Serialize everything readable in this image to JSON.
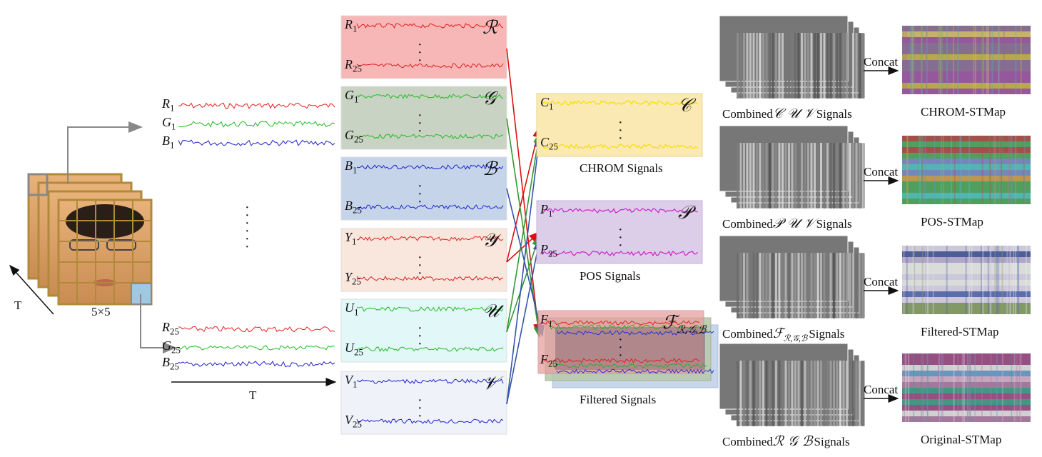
{
  "face": {
    "grid_label": "5×5",
    "time_label": "T"
  },
  "raw_signals": {
    "labels": [
      {
        "sym": "R",
        "idx": "1",
        "color": "#e02020"
      },
      {
        "sym": "G",
        "idx": "1",
        "color": "#22bb22"
      },
      {
        "sym": "B",
        "idx": "1",
        "color": "#2020cc"
      },
      {
        "sym": "R",
        "idx": "25",
        "color": "#e02020"
      },
      {
        "sym": "G",
        "idx": "25",
        "color": "#22bb22"
      },
      {
        "sym": "B",
        "idx": "25",
        "color": "#2020cc"
      }
    ],
    "time_label": "T"
  },
  "color_panels": [
    {
      "id": "R",
      "script": "ℛ",
      "first": "R",
      "last": "R",
      "bg": "#f7b7b7",
      "line": "#e02020"
    },
    {
      "id": "G",
      "script": "𝒢",
      "first": "G",
      "last": "G",
      "bg": "#c9d3c4",
      "line": "#22bb22"
    },
    {
      "id": "B",
      "script": "ℬ",
      "first": "B",
      "last": "B",
      "bg": "#c6d4ea",
      "line": "#2020cc"
    },
    {
      "id": "Y",
      "script": "𝒴",
      "first": "Y",
      "last": "Y",
      "bg": "#f9e6dc",
      "line": "#e02020"
    },
    {
      "id": "U",
      "script": "𝒰",
      "first": "U",
      "last": "U",
      "bg": "#e2f7f7",
      "line": "#22bb22"
    },
    {
      "id": "V",
      "script": "𝒱",
      "first": "V",
      "last": "V",
      "bg": "#eff2f8",
      "line": "#2020cc"
    }
  ],
  "panel_indices": {
    "first": "1",
    "last": "25"
  },
  "mid_panels": [
    {
      "id": "C",
      "script": "𝒞",
      "first": "C",
      "last": "C",
      "bg": "#fbe9b4",
      "line": "#f3e000",
      "caption": "CHROM Signals"
    },
    {
      "id": "P",
      "script": "𝒫",
      "first": "P",
      "last": "P",
      "bg": "#dccde8",
      "line": "#cc22cc",
      "caption": "POS Signals"
    },
    {
      "id": "F",
      "script": "ℱ",
      "script_sub": "ℛ,𝒢,ℬ",
      "first": "F",
      "last": "F",
      "caption": "Filtered Signals"
    }
  ],
  "combined": [
    {
      "prefix": "Combined",
      "script": "𝒞 𝒰 𝒱",
      "suffix": "Signals",
      "map": "CHROM-STMap",
      "concat": "Concat"
    },
    {
      "prefix": "Combined",
      "script": "𝒫 𝒰 𝒱",
      "suffix": "Signals",
      "map": "POS-STMap",
      "concat": "Concat"
    },
    {
      "prefix": "Combined",
      "script": "ℱ",
      "script_sub": "ℛ,𝒢,ℬ",
      "suffix": "Signals",
      "map": "Filtered-STMap",
      "concat": "Concat"
    },
    {
      "prefix": "Combined",
      "script": "ℛ 𝒢 ℬ",
      "suffix": "Signals",
      "map": "Original-STMap",
      "concat": "Concat"
    }
  ],
  "colors": {
    "frame_border": "#b08a3a",
    "face_skin": "#d8a066",
    "arrow_gray": "#888888",
    "arrow_red": "#dd1111",
    "arrow_green": "#339933",
    "arrow_blue": "#3355aa"
  }
}
